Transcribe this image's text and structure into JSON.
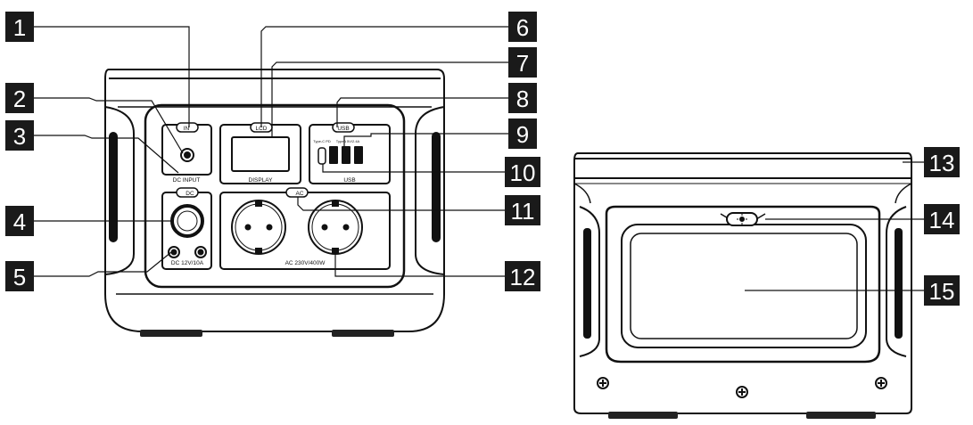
{
  "callouts": [
    "1",
    "2",
    "3",
    "4",
    "5",
    "6",
    "7",
    "8",
    "9",
    "10",
    "11",
    "12",
    "13",
    "14",
    "15"
  ],
  "panel_labels": {
    "dc_input": "DC INPUT",
    "display": "DISPLAY",
    "usb": "USB",
    "ac_output": "AC 230V/400W",
    "dc_output": "DC 12V/10A",
    "usb_typec": "Type-C PD",
    "usb_typea": "TypeA 5V/2.4A"
  },
  "buttons": {
    "in": "IN",
    "lcd": "LCD",
    "usb": "USB",
    "dc": "DC",
    "ac": "AC"
  },
  "colors": {
    "line": "#111111",
    "callout_bg": "#1a1a1a",
    "callout_text": "#ffffff"
  }
}
